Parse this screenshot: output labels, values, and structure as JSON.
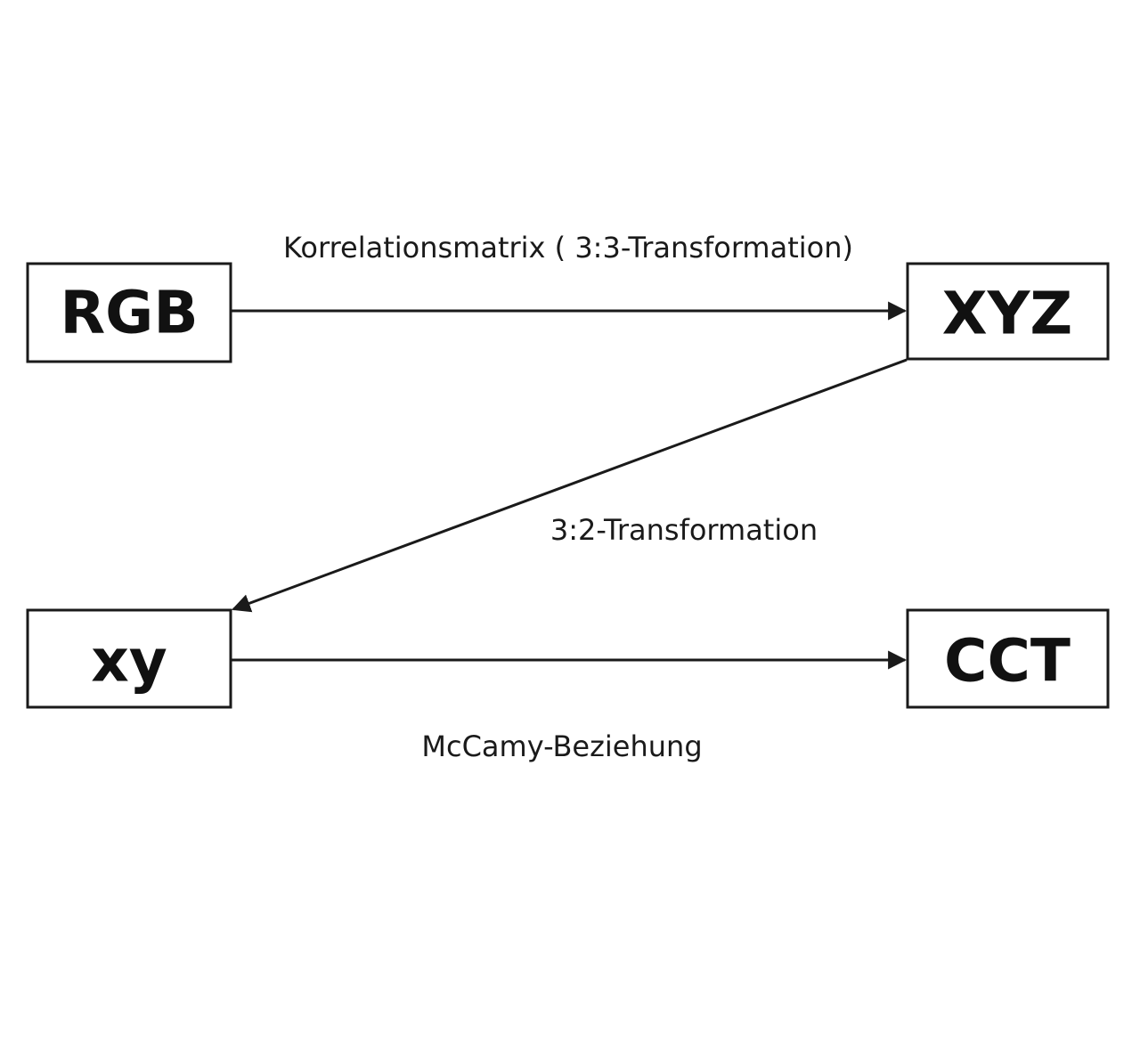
{
  "nodes": {
    "rgb": "RGB",
    "xyz": "XYZ",
    "xy": "xy",
    "cct": "CCT"
  },
  "edges": {
    "rgb_to_xyz": "Korrelationsmatrix ( 3:3-Transformation)",
    "xyz_to_xy": "3:2-Transformation",
    "xy_to_cct": "McCamy-Beziehung"
  },
  "colors": {
    "line": "#1a1a1a",
    "background": "#ffffff"
  }
}
